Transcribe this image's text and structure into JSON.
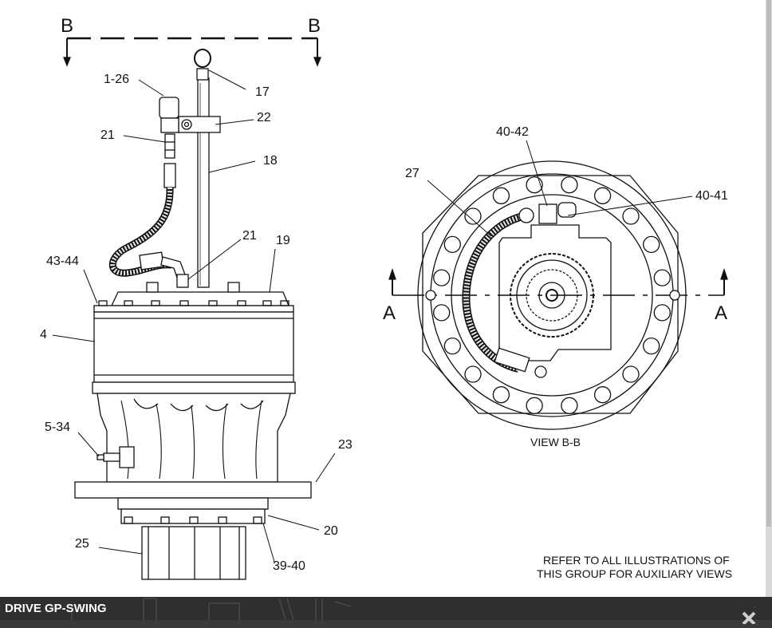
{
  "footer": {
    "title": "DRIVE GP-SWING",
    "close_icon": "close-icon"
  },
  "diagram": {
    "view_title": "VIEW B-B",
    "note_line1": "REFER TO ALL ILLUSTRATIONS OF",
    "note_line2": "THIS GROUP FOR AUXILIARY VIEWS",
    "section_labels": {
      "b_left": "B",
      "b_right": "B",
      "a_left": "A",
      "a_right": "A"
    },
    "callouts": {
      "c_1_26": "1-26",
      "c_17": "17",
      "c_22": "22",
      "c_21_top": "21",
      "c_18": "18",
      "c_21_mid": "21",
      "c_19": "19",
      "c_43_44": "43-44",
      "c_4": "4",
      "c_5_34": "5-34",
      "c_23": "23",
      "c_20": "20",
      "c_25": "25",
      "c_39_40": "39-40",
      "c_40_42": "40-42",
      "c_40_41": "40-41",
      "c_27": "27"
    }
  }
}
